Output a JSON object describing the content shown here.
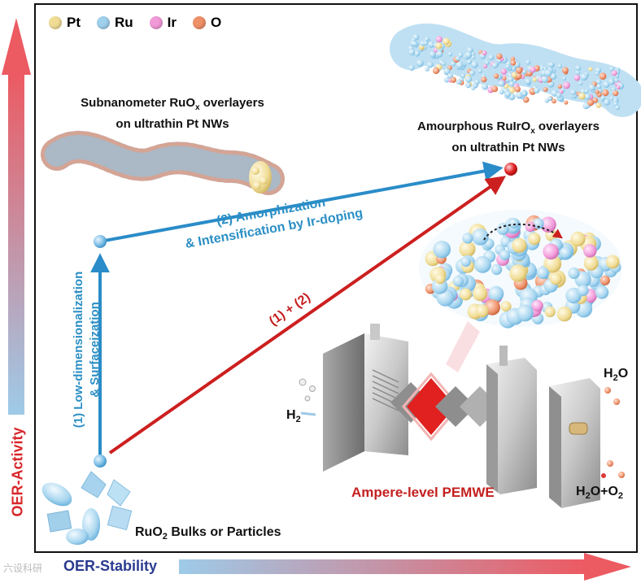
{
  "legend": [
    {
      "label": "Pt",
      "color": "#f0dc94"
    },
    {
      "label": "Ru",
      "color": "#9fd0ec"
    },
    {
      "label": "Ir",
      "color": "#f19ad8"
    },
    {
      "label": "O",
      "color": "#ee9068"
    }
  ],
  "axes": {
    "y_label": "OER-Activity",
    "x_label": "OER-Stability"
  },
  "labels": {
    "subnano_line1": "Subnanometer RuO",
    "subnano_sub": "x",
    "subnano_line1_end": " overlayers",
    "subnano_line2": "on ultrathin Pt NWs",
    "amorph_line1": "Amourphous RuIrO",
    "amorph_sub": "x",
    "amorph_line1_end": " overlayers",
    "amorph_line2": "on ultrathin Pt NWs",
    "path2_line1": "(2) Amorphization",
    "path2_line2": "& Intensification by Ir-doping",
    "path1_line1": "(1) Low-dimensionalization",
    "path1_line2": "& Surfaceization",
    "combined": "(1) + (2)",
    "bulk_pre": "RuO",
    "bulk_sub": "2",
    "bulk_post": " Bulks or Particles",
    "pemwe": "Ampere-level PEMWE",
    "h2": "H",
    "h2_sub": "2",
    "h2o_top": "H",
    "h2o_top_sub": "2",
    "h2o_top_end": "O",
    "h2o_o2_a": "H",
    "h2o_o2_sub1": "2",
    "h2o_o2_b": "O+O",
    "h2o_o2_sub2": "2"
  },
  "watermark": "六设科研",
  "colors": {
    "blue_arrow": "#2a8cc8",
    "red_arrow": "#cc1f1f",
    "path2_text": "#2b8fc5",
    "combined_text": "#c52020",
    "pemwe_text": "#c41f1f",
    "y_axis_label": "#d9262a",
    "x_axis_label": "#2a3b8f"
  }
}
